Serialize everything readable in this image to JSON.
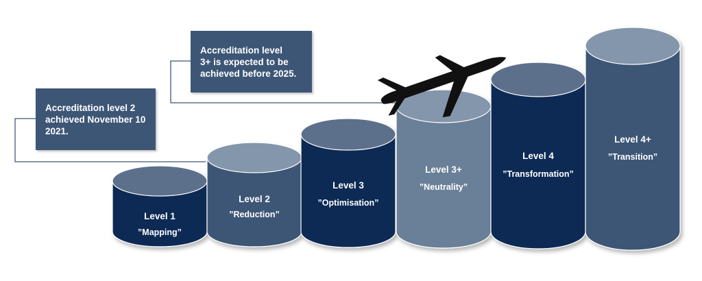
{
  "colors": {
    "dark": "#102a55",
    "steel": "#3d5676",
    "light": "#6a7f98",
    "top_light": "#8496ac",
    "top_dark": "#5b6f8b",
    "plane": "#111111",
    "connector": "#3d5676"
  },
  "callouts": {
    "target_2025": {
      "lines": [
        "Accreditation level",
        "3+ is expected to be",
        "achieved before 2025."
      ]
    },
    "achieved_2021": {
      "lines": [
        "Accreditation level 2",
        "achieved November 10",
        "2021."
      ]
    }
  },
  "levels": [
    {
      "level": "Level 1",
      "name": "”Mapping”",
      "tone": "dark"
    },
    {
      "level": "Level 2",
      "name": "”Reduction”",
      "tone": "steel"
    },
    {
      "level": "Level 3",
      "name": "”Optimisation”",
      "tone": "dark"
    },
    {
      "level": "Level 3+",
      "name": "”Neutrality”",
      "tone": "light"
    },
    {
      "level": "Level 4",
      "name": "”Transformation”",
      "tone": "dark"
    },
    {
      "level": "Level 4+",
      "name": "”Transition”",
      "tone": "steel"
    }
  ],
  "icons": {
    "plane": "airplane-icon"
  }
}
